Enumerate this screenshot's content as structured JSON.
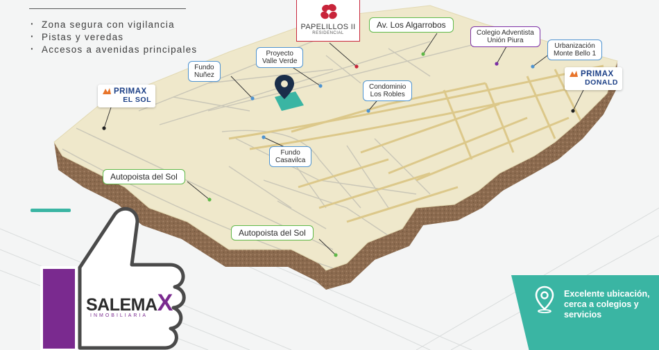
{
  "features": [
    "Zona segura con vigilancia",
    "Pistas y veredas",
    "Accesos a avenidas principales"
  ],
  "project": {
    "name": "PAPELILLOS II",
    "subtitle": "RESIDENCIAL"
  },
  "labels": {
    "av_algarrobos": "Av. Los Algarrobos",
    "colegio_line1": "Colegio Adventista",
    "colegio_line2": "Unión Piura",
    "urbanizacion_line1": "Urbanización",
    "urbanizacion_line2": "Monte Bello 1",
    "valle_verde_line1": "Proyecto",
    "valle_verde_line2": "Valle Verde",
    "fundo_nunez_line1": "Fundo",
    "fundo_nunez_line2": "Nuñez",
    "condominio_line1": "Condominio",
    "condominio_line2": "Los Robles",
    "casavilca_line1": "Fundo",
    "casavilca_line2": "Casavilca",
    "autopista_1": "Autopoista del Sol",
    "autopista_2": "Autopoista del Sol"
  },
  "brands": {
    "primax_sol_name": "PRIMAX",
    "primax_sol_sub": "EL SOL",
    "primax_donald_name": "PRIMAX",
    "primax_donald_sub": "DONALD"
  },
  "promo": {
    "text": "Excelente ubicación, cerca a colegios y servicios"
  },
  "company": {
    "name": "SALEMA",
    "name_x": "X",
    "tagline": "INMOBILIARIA"
  },
  "colors": {
    "teal": "#3ab5a3",
    "purple": "#7a2a8f",
    "blue_tag": "#4e93d0",
    "green_tag": "#5fb848",
    "red_brand": "#c8243a",
    "map_fill": "#efe8cb",
    "soil": "#8b6a4e"
  },
  "icons": {
    "location": "map-pin-icon",
    "thumbs_up": "thumbs-up-icon"
  }
}
